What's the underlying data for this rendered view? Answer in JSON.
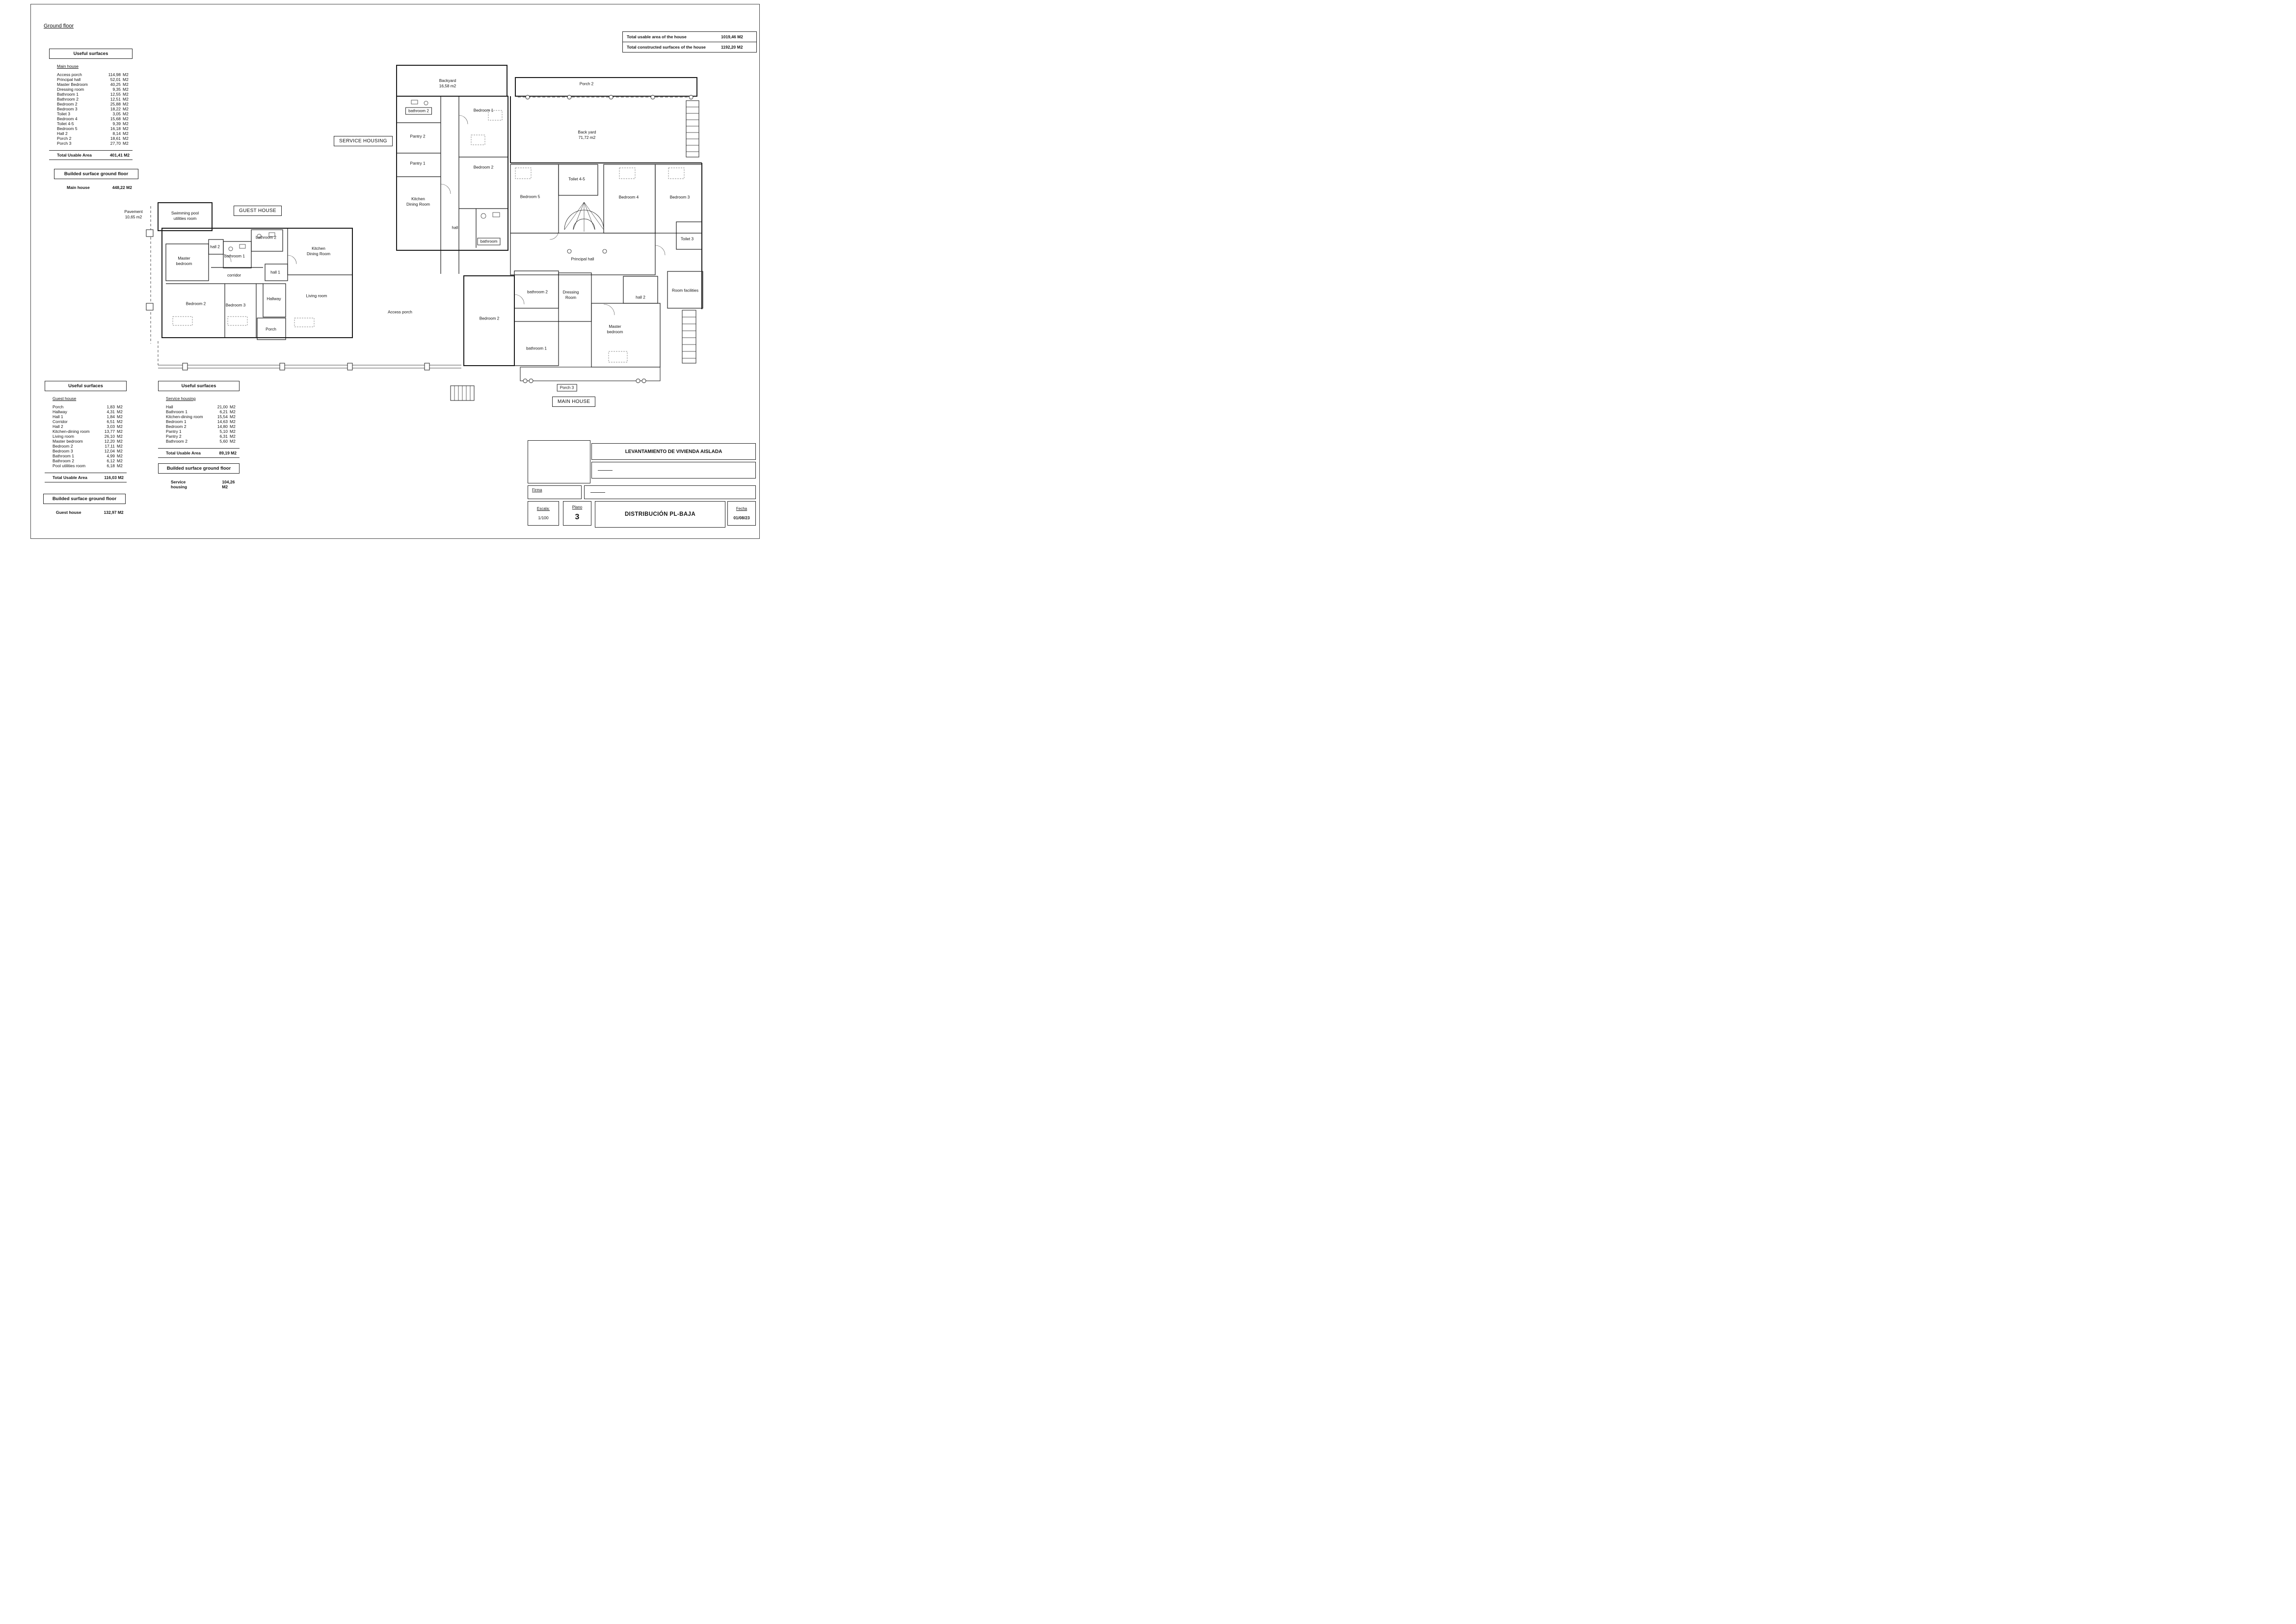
{
  "page": {
    "title": "Ground floor"
  },
  "summary": {
    "rows": [
      {
        "label": "Total usable area of the house",
        "value": "1019,46 M2"
      },
      {
        "label": "Total constructed surfaces of the house",
        "value": "1192,20 M2"
      }
    ]
  },
  "tables": {
    "main_house": {
      "title": "Useful surfaces",
      "group": "Main house",
      "rows": [
        {
          "label": "Access porch",
          "value": "114,98",
          "unit": "M2"
        },
        {
          "label": "Principal hall",
          "value": "52,01",
          "unit": "M2"
        },
        {
          "label": "Master Bedroom",
          "value": "40,25",
          "unit": "M2"
        },
        {
          "label": "Dressing room",
          "value": "9,35",
          "unit": "M2"
        },
        {
          "label": "Bathroom 1",
          "value": "12,55",
          "unit": "M2"
        },
        {
          "label": "Bathroom 2",
          "value": "12,51",
          "unit": "M2"
        },
        {
          "label": "Bedroom 2",
          "value": "25,88",
          "unit": "M2"
        },
        {
          "label": "Bedroom 3",
          "value": "18,22",
          "unit": "M2"
        },
        {
          "label": "Toilet 3",
          "value": "3,05",
          "unit": "M2"
        },
        {
          "label": "Bedroom 4",
          "value": "15,68",
          "unit": "M2"
        },
        {
          "label": "Toilet 4-5",
          "value": "9,39",
          "unit": "M2"
        },
        {
          "label": "Bedroom 5",
          "value": "16,18",
          "unit": "M2"
        },
        {
          "label": "Hall 2",
          "value": "8,14",
          "unit": "M2"
        },
        {
          "label": "Porch 2",
          "value": "18,61",
          "unit": "M2"
        },
        {
          "label": "Porch 3",
          "value": "27,70",
          "unit": "M2"
        }
      ],
      "total_label": "Total Usable Area",
      "total_value": "401,41 M2"
    },
    "main_house_built": {
      "title": "Builded surface ground floor",
      "label": "Main house",
      "value": "448,22 M2"
    },
    "guest_house": {
      "title": "Useful surfaces",
      "group": "Guest house",
      "rows": [
        {
          "label": "Porch",
          "value": "1,83",
          "unit": "M2"
        },
        {
          "label": "Hallway",
          "value": "4,31",
          "unit": "M2"
        },
        {
          "label": "Hall 1",
          "value": "1,84",
          "unit": "M2"
        },
        {
          "label": "Corridor",
          "value": "6,51",
          "unit": "M2"
        },
        {
          "label": "Hall 2",
          "value": "3,03",
          "unit": "M2"
        },
        {
          "label": "Kitchen-dining room",
          "value": "13,77",
          "unit": "M2"
        },
        {
          "label": "Living room",
          "value": "26,10",
          "unit": "M2"
        },
        {
          "label": "Master bedroom",
          "value": "12,20",
          "unit": "M2"
        },
        {
          "label": "Bedroom 2",
          "value": "17,11",
          "unit": "M2"
        },
        {
          "label": "Bedroom 3",
          "value": "12,04",
          "unit": "M2"
        },
        {
          "label": "Bathroom 1",
          "value": "4,99",
          "unit": "M2"
        },
        {
          "label": "Bathroom 2",
          "value": "6,12",
          "unit": "M2"
        },
        {
          "label": "Pool utilities room",
          "value": "6,18",
          "unit": "M2"
        }
      ],
      "total_label": "Total Usable Area",
      "total_value": "116,03 M2"
    },
    "guest_house_built": {
      "title": "Builded surface ground floor",
      "label": "Guest house",
      "value": "132,97 M2"
    },
    "service_housing": {
      "title": "Useful surfaces",
      "group": "Service housing",
      "rows": [
        {
          "label": "Hall",
          "value": "21,00",
          "unit": "M2"
        },
        {
          "label": "Bathroom 1",
          "value": "6,21",
          "unit": "M2"
        },
        {
          "label": "Kitchen-dining room",
          "value": "15,54",
          "unit": "M2"
        },
        {
          "label": "Bedroom 1",
          "value": "14,63",
          "unit": "M2"
        },
        {
          "label": "Bedroom 2",
          "value": "14,80",
          "unit": "M2"
        },
        {
          "label": "Pantry 1",
          "value": "5,10",
          "unit": "M2"
        },
        {
          "label": "Pantry 2",
          "value": "6,31",
          "unit": "M2"
        },
        {
          "label": "Bathroom 2",
          "value": "5,60",
          "unit": "M2"
        }
      ],
      "total_label": "Total Usable Area",
      "total_value": "89,19 M2"
    },
    "service_housing_built": {
      "title": "Builded surface ground floor",
      "label": "Service housing",
      "value": "104,26 M2"
    }
  },
  "plan": {
    "section_labels": {
      "service_housing": "SERVICE HOUSING",
      "guest_house": "GUEST HOUSE",
      "main_house": "MAIN HOUSE"
    },
    "rooms": {
      "backyard": "Backyard\n16,58 m2",
      "sh_bathroom2": "bathroom 2",
      "sh_bedroom1": "Bedroom 1",
      "sh_pantry2": "Pantry 2",
      "sh_pantry1": "Pantry 1",
      "sh_bedroom2": "Bedroom 2",
      "sh_kitchen": "Kitchen\nDining Room",
      "sh_hall": "hall",
      "sh_bathroom": "bathroom",
      "porch2": "Porch 2",
      "backyard_main": "Back yard\n71,72 m2",
      "toilet45": "Toilet 4-5",
      "bedroom5": "Bedroom 5",
      "bedroom4": "Bedroom 4",
      "bedroom3": "Bedroom 3",
      "toilet3": "Toilet 3",
      "principal_hall": "Principal hall",
      "room_facilities": "Room facilities",
      "hall2_main": "hall 2",
      "dressing": "Dressing\nRoom",
      "mh_bathroom2": "bathroom 2",
      "mh_bedroom2": "Bedroom 2",
      "mh_bathroom1": "bathroom 1",
      "master_bedroom_main": "Master\nbedroom",
      "porch3": "Porch 3",
      "access_porch": "Access porch",
      "pavement": "Pavement\n10,65 m2",
      "pool_utilities": "Swimming pool\nutilities room",
      "gh_hall2": "hall 2",
      "gh_bathroom1": "bathroom 1",
      "gh_bathroom2": "bathroom 2",
      "gh_master": "Master\nbedroom",
      "corridor": "corridor",
      "hall1": "hall 1",
      "gh_kitchen": "Kitchen\nDining Room",
      "hallway": "Hallway",
      "living_room": "Living room",
      "gh_bedroom2": "Bedroom 2",
      "gh_bedroom3": "Bedroom 3",
      "gh_porch": "Porch"
    }
  },
  "titleblock": {
    "project": "LEVANTAMIENTO DE VIVIENDA AISLADA",
    "firma_label": "Firma",
    "escala_label": "Escala:",
    "escala_value": "1/100",
    "plano_label": "Plano",
    "plano_value": "3",
    "drawing_title": "DISTRIBUCIÓN PL-BAJA",
    "fecha_label": "Fecha",
    "fecha_value": "01/08/23"
  }
}
